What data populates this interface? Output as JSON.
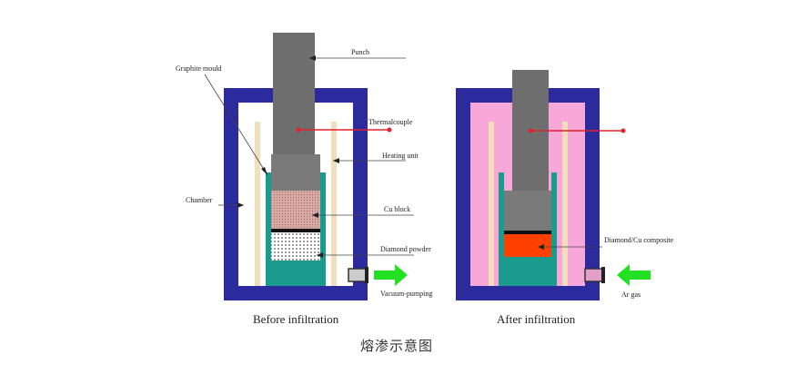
{
  "colors": {
    "chamber_wall": "#2b2b9e",
    "infiltrated_chamber_fill": "#f7a8d8",
    "punch": "#6e6e6e",
    "cu_block": "#d2a3a0",
    "diamond_powder": "#ffffff",
    "graphite_mould": "#1a9b8e",
    "heating_rod": "#f1debc",
    "thermocouple": "#e0202b",
    "gas_arrow": "#22e022",
    "composite": "#ff4000",
    "cu_separator": "#111111"
  },
  "icons": {
    "vacuum_arrow": "green-right-arrow-icon",
    "gas_arrow": "green-left-arrow-icon"
  },
  "before": {
    "subtitle": "Before infiltration",
    "labels": {
      "graphite_mould": "Graphite mould",
      "punch": "Punch",
      "thermocouple": "Thermalcouple",
      "heating_unit": "Heating unit",
      "chamber": "Chamber",
      "cu_block": "Cu block",
      "diamond_powder": "Diamond powder",
      "vacuum_pumping": "Vacuum-pumping"
    }
  },
  "after": {
    "subtitle": "After infiltration",
    "labels": {
      "composite": "Diamond/Cu composite",
      "gas": "Ar gas"
    }
  },
  "caption": "熔渗示意图"
}
